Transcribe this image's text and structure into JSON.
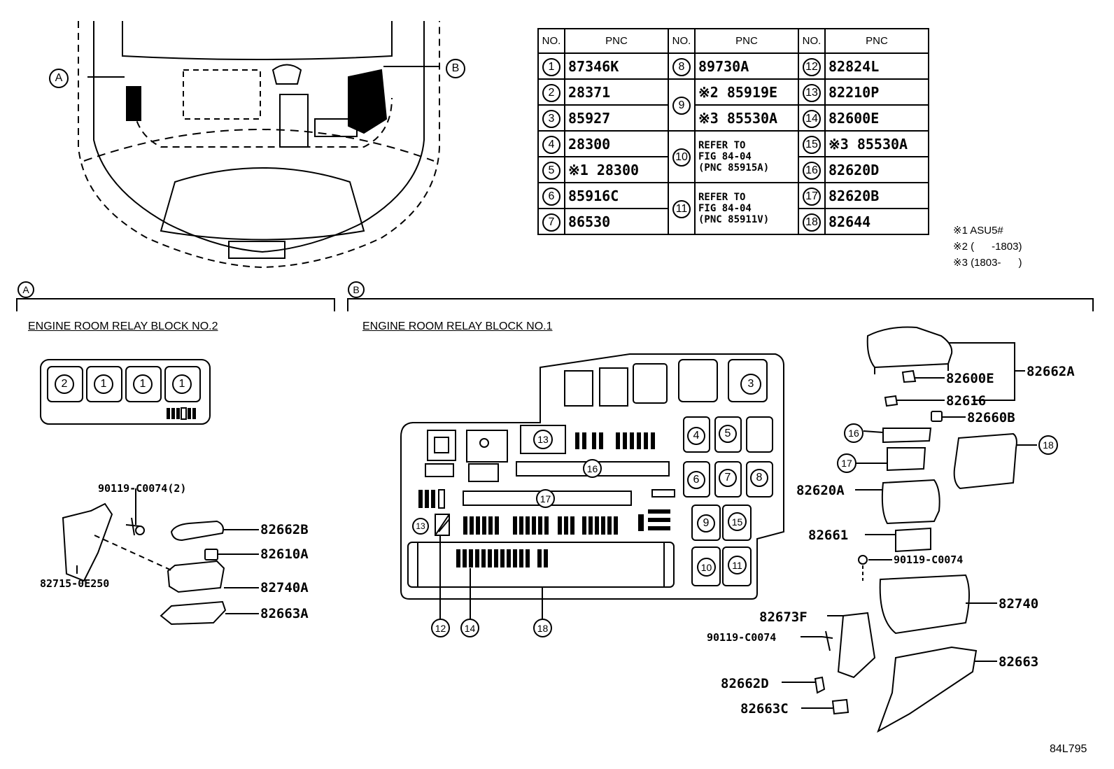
{
  "table": {
    "headers": {
      "no": "NO.",
      "pnc": "PNC"
    },
    "col1": [
      {
        "no": "1",
        "pnc": "87346K"
      },
      {
        "no": "2",
        "pnc": "28371"
      },
      {
        "no": "3",
        "pnc": "85927"
      },
      {
        "no": "4",
        "pnc": "28300"
      },
      {
        "no": "5",
        "pnc": "※1 28300"
      },
      {
        "no": "6",
        "pnc": "85916C"
      },
      {
        "no": "7",
        "pnc": "86530"
      }
    ],
    "col2": [
      {
        "no": "8",
        "pnc": "89730A"
      },
      {
        "no": "9",
        "pnc_a": "※2 85919E",
        "pnc_b": "※3 85530A"
      },
      {
        "no": "10",
        "line1": "REFER TO",
        "line2": "FIG 84-04",
        "line3": "(PNC 85915A)"
      },
      {
        "no": "11",
        "line1": "REFER TO",
        "line2": "FIG 84-04",
        "line3": "(PNC 85911V)"
      }
    ],
    "col3": [
      {
        "no": "12",
        "pnc": "82824L"
      },
      {
        "no": "13",
        "pnc": "82210P"
      },
      {
        "no": "14",
        "pnc": "82600E"
      },
      {
        "no": "15",
        "pnc": "※3 85530A"
      },
      {
        "no": "16",
        "pnc": "82620D"
      },
      {
        "no": "17",
        "pnc": "82620B"
      },
      {
        "no": "18",
        "pnc": "82644"
      }
    ]
  },
  "notes": [
    "※1 ASU5#",
    "※2 (      -1803)",
    "※3 (1803-      )"
  ],
  "overview_markers": {
    "a": "A",
    "b": "B"
  },
  "section_a": {
    "marker": "A",
    "title": "ENGINE ROOM RELAY BLOCK NO.2",
    "relay_numbers": [
      "2",
      "1",
      "1",
      "1"
    ],
    "parts": {
      "bolt": "90119-C0074(2)",
      "bracket": "82715-0E250",
      "cover": "82662B",
      "relay": "82610A",
      "block": "82740A",
      "lower": "82663A"
    }
  },
  "section_b": {
    "marker": "B",
    "title": "ENGINE ROOM RELAY BLOCK NO.1",
    "layout_numbers": [
      "3",
      "4",
      "5",
      "6",
      "7",
      "8",
      "9",
      "10",
      "11",
      "12",
      "13",
      "13",
      "14",
      "15",
      "16",
      "17",
      "18"
    ],
    "parts": {
      "p82662A": "82662A",
      "p82600E": "82600E",
      "p82616": "82616",
      "p82660B": "82660B",
      "c16": "16",
      "c17": "17",
      "c18": "18",
      "p82620A": "82620A",
      "p82661": "82661",
      "bolt1": "90119-C0074",
      "p82740": "82740",
      "p82673F": "82673F",
      "bolt2": "90119-C0074",
      "p82663": "82663",
      "p82662D": "82662D",
      "p82663C": "82663C"
    }
  },
  "figure_id": "84L795"
}
